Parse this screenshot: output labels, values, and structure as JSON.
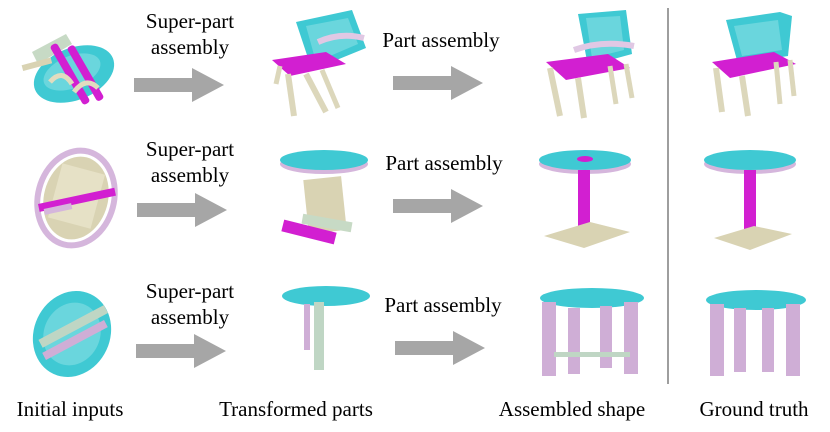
{
  "rows": [
    {
      "step1": [
        "Super-part",
        "assembly"
      ],
      "step2": "Part assembly"
    },
    {
      "step1": [
        "Super-part",
        "assembly"
      ],
      "step2": "Part assembly"
    },
    {
      "step1": [
        "Super-part",
        "assembly"
      ],
      "step2": "Part assembly"
    }
  ],
  "captions": {
    "initial": "Initial inputs",
    "transformed": "Transformed parts",
    "assembled": "Assembled shape",
    "ground_truth": "Ground truth"
  },
  "colors": {
    "arrow": "#a6a6a6",
    "cyan": "#3fc9d3",
    "magenta": "#d21fd1",
    "beige": "#d9d3b3",
    "pink": "#cfaed6",
    "sage": "#bfd6c4",
    "divider": "#9e9e9e"
  }
}
